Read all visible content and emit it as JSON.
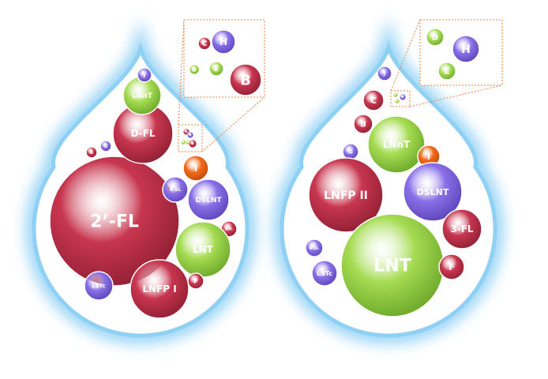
{
  "palette": {
    "red": "#c8364f",
    "red_dark": "#8e1f33",
    "purple": "#8a70e8",
    "purple_dark": "#5a43b8",
    "green": "#a6dc53",
    "green_dark": "#6aa628",
    "orange": "#f26a1b",
    "orange_dark": "#c04708",
    "drop_glow": "#8fd0f5",
    "zoom_box": "#f08040"
  },
  "drops": [
    {
      "id": "left",
      "bubbles": [
        {
          "label": "2’-FL",
          "color": "red"
        },
        {
          "label": "D-FL",
          "color": "red"
        },
        {
          "label": "LNnT",
          "color": "green"
        },
        {
          "label": "J",
          "color": "purple"
        },
        {
          "label": "A",
          "color": "red"
        },
        {
          "label": "G",
          "color": "purple"
        },
        {
          "label": "I",
          "color": "orange"
        },
        {
          "label": "6’SL",
          "color": "purple"
        },
        {
          "label": "DSLNT",
          "color": "purple"
        },
        {
          "label": "3-FL",
          "color": "red"
        },
        {
          "label": "LNT",
          "color": "green"
        },
        {
          "label": "LNFP I",
          "color": "red"
        },
        {
          "label": "F",
          "color": "red"
        },
        {
          "label": "LSTc",
          "color": "purple"
        }
      ],
      "mini_cluster": [
        {
          "label": "C",
          "color": "red"
        },
        {
          "label": "H",
          "color": "purple"
        },
        {
          "label": "D",
          "color": "green"
        },
        {
          "label": "E",
          "color": "green"
        },
        {
          "label": "B",
          "color": "red"
        }
      ],
      "zoom": [
        {
          "label": "C",
          "color": "red"
        },
        {
          "label": "H",
          "color": "purple"
        },
        {
          "label": "D",
          "color": "green"
        },
        {
          "label": "E",
          "color": "green"
        },
        {
          "label": "B",
          "color": "red"
        }
      ]
    },
    {
      "id": "right",
      "bubbles": [
        {
          "label": "J",
          "color": "purple"
        },
        {
          "label": "C",
          "color": "red"
        },
        {
          "label": "B",
          "color": "red"
        },
        {
          "label": "LNnT",
          "color": "green"
        },
        {
          "label": "G",
          "color": "purple"
        },
        {
          "label": "I",
          "color": "orange"
        },
        {
          "label": "LNFP II",
          "color": "red"
        },
        {
          "label": "DSLNT",
          "color": "purple"
        },
        {
          "label": "3-FL",
          "color": "red"
        },
        {
          "label": "LNT",
          "color": "green"
        },
        {
          "label": "6’SL",
          "color": "purple"
        },
        {
          "label": "LSTc",
          "color": "purple"
        },
        {
          "label": "F",
          "color": "red"
        }
      ],
      "mini_cluster": [
        {
          "label": "D",
          "color": "green"
        },
        {
          "label": "H",
          "color": "purple"
        },
        {
          "label": "E",
          "color": "green"
        }
      ],
      "zoom": [
        {
          "label": "D",
          "color": "green"
        },
        {
          "label": "H",
          "color": "purple"
        },
        {
          "label": "E",
          "color": "green"
        }
      ]
    }
  ]
}
